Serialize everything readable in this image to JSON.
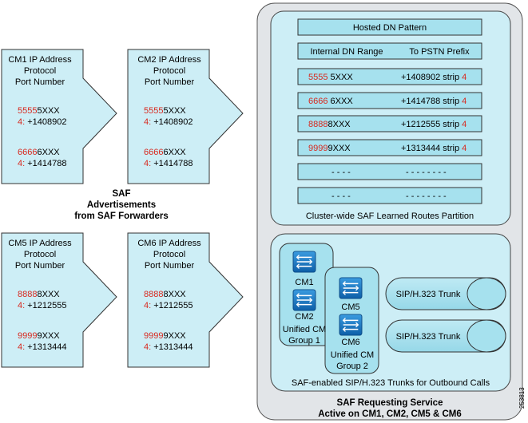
{
  "advertisements": {
    "caption": [
      "SAF",
      "Advertisements",
      "from SAF Forwarders"
    ],
    "shapes": [
      {
        "header": [
          "CM1 IP Address",
          "Protocol",
          "Port Number"
        ],
        "entries": [
          {
            "red": "5555",
            "pattern": "5XXX",
            "prefix_red": "4:",
            "number": " +1408902"
          },
          {
            "red": "6666",
            "pattern": "6XXX",
            "prefix_red": "4:",
            "number": " +1414788"
          }
        ]
      },
      {
        "header": [
          "CM2 IP Address",
          "Protocol",
          "Port Number"
        ],
        "entries": [
          {
            "red": "5555",
            "pattern": "5XXX",
            "prefix_red": "4:",
            "number": " +1408902"
          },
          {
            "red": "6666",
            "pattern": "6XXX",
            "prefix_red": "4:",
            "number": " +1414788"
          }
        ]
      },
      {
        "header": [
          "CM5 IP Address",
          "Protocol",
          "Port Number"
        ],
        "entries": [
          {
            "red": "8888",
            "pattern": "8XXX",
            "prefix_red": "4:",
            "number": " +1212555"
          },
          {
            "red": "9999",
            "pattern": "9XXX",
            "prefix_red": "4:",
            "number": " +1313444"
          }
        ]
      },
      {
        "header": [
          "CM6 IP Address",
          "Protocol",
          "Port Number"
        ],
        "entries": [
          {
            "red": "8888",
            "pattern": "8XXX",
            "prefix_red": "4:",
            "number": " +1212555"
          },
          {
            "red": "9999",
            "pattern": "9XXX",
            "prefix_red": "4:",
            "number": " +1313444"
          }
        ]
      }
    ]
  },
  "partition": {
    "title_row": "Hosted DN Pattern",
    "col_left": "Internal DN Range",
    "col_right": "To PSTN Prefix",
    "rows": [
      {
        "red": "5555",
        "pattern": "5XXX",
        "prefix": "+1408902 strip",
        "strip": "4"
      },
      {
        "red": "6666",
        "pattern": "6XXX",
        "prefix": "+1414788 strip",
        "strip": "4"
      },
      {
        "red": "8888",
        "pattern": "8XXX",
        "prefix": "+1212555 strip",
        "strip": "4"
      },
      {
        "red": "9999",
        "pattern": "9XXX",
        "prefix": "+1313444 strip",
        "strip": "4"
      },
      {
        "left": "- - - -",
        "right": "- - - - - - - -"
      },
      {
        "left": "- - - -",
        "right": "- - - - - - - -"
      }
    ],
    "caption": "Cluster-wide SAF Learned Routes Partition"
  },
  "trunks_panel": {
    "group1": {
      "servers": [
        "CM1",
        "CM2"
      ],
      "label": [
        "Unified CM",
        "Group 1"
      ]
    },
    "group2": {
      "servers": [
        "CM5",
        "CM6"
      ],
      "label": [
        "Unified CM",
        "Group 2"
      ]
    },
    "trunks": [
      "SIP/H.323 Trunk",
      "SIP/H.323 Trunk"
    ],
    "caption": "SAF-enabled SIP/H.323 Trunks for Outbound Calls"
  },
  "service": {
    "title": "SAF Requesting Service",
    "subtitle": "Active on CM1, CM2, CM5 & CM6"
  },
  "figure_id": "253813",
  "colors": {
    "fill": "#cdeef6",
    "fill_dark": "#a6e1ee",
    "stroke": "#333333",
    "red": "#d8291f",
    "icon_blue": "#1a78c8"
  }
}
